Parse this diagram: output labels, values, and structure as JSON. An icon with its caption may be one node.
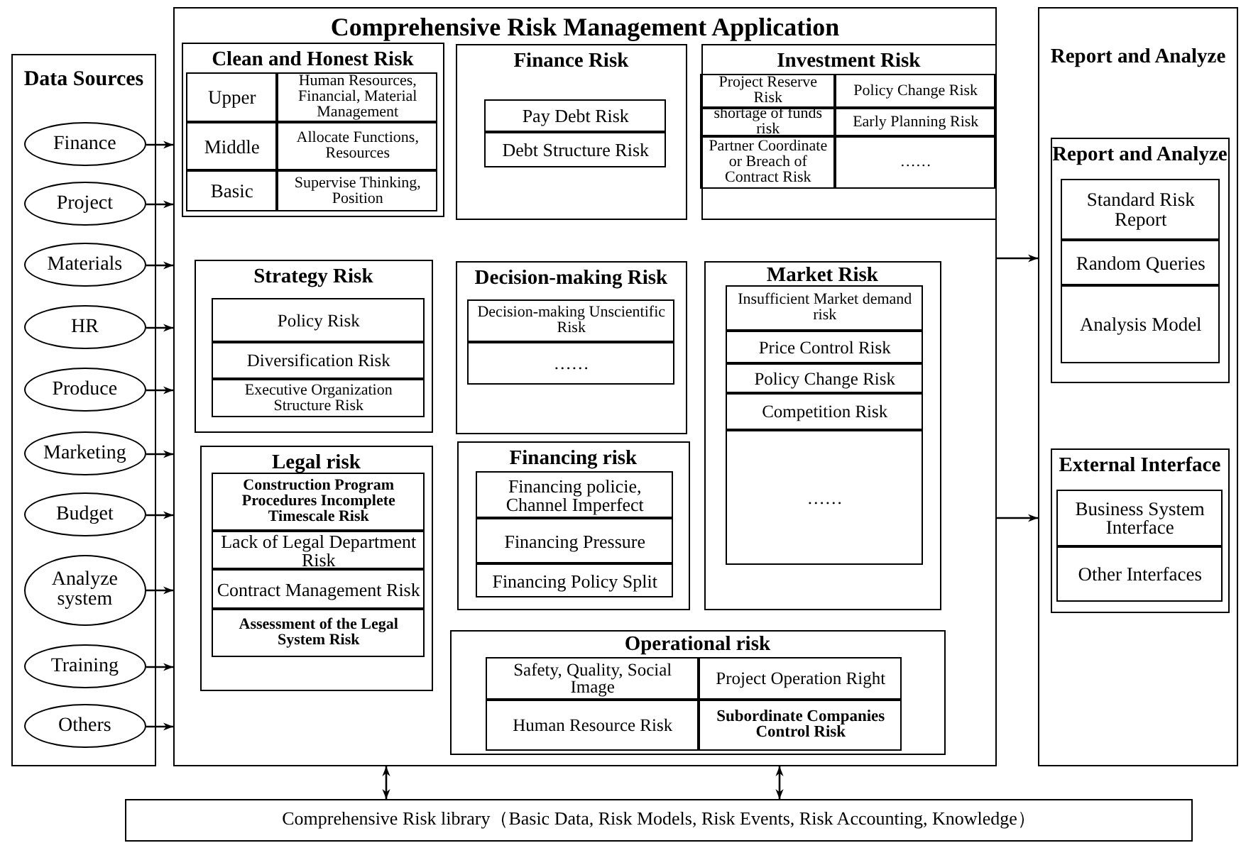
{
  "diagram": {
    "nodes": [
      {
        "text": [
          "Data Sources"
        ]
      },
      {
        "text": [
          "Finance"
        ],
        "in": 0
      },
      {
        "text": [
          "Project"
        ],
        "in": 0
      },
      {
        "text": [
          "Materials"
        ],
        "in": 0
      },
      {
        "text": [
          "HR"
        ],
        "in": 0
      },
      {
        "text": [
          "Produce"
        ],
        "in": 0
      },
      {
        "text": [
          "Marketing"
        ],
        "in": 0
      },
      {
        "text": [
          "Budget"
        ],
        "in": 0
      },
      {
        "text": [
          "Analyze system"
        ],
        "in": 0
      },
      {
        "text": [
          "Training"
        ],
        "in": 0
      },
      {
        "text": [
          "Others"
        ],
        "in": 0
      },
      {
        "text": [
          "Comprehensive Risk Management Application"
        ]
      },
      {
        "text": [
          "Clean and Honest Risk"
        ],
        "in": 11
      },
      {
        "text": [
          "Upper"
        ],
        "in": 12
      },
      {
        "text": [
          "Human Resources, Financial, Material Management"
        ],
        "in": 12
      },
      {
        "text": [
          "Middle"
        ],
        "in": 12
      },
      {
        "text": [
          "Allocate Functions, Resources"
        ],
        "in": 12
      },
      {
        "text": [
          "Basic"
        ],
        "in": 12
      },
      {
        "text": [
          "Supervise Thinking, Position"
        ],
        "in": 12
      },
      {
        "text": [
          "Finance Risk"
        ],
        "in": 11
      },
      {
        "text": [
          "Pay Debt Risk"
        ],
        "in": 19
      },
      {
        "text": [
          "Debt Structure Risk"
        ],
        "in": 19
      },
      {
        "text": [
          "Investment Risk"
        ],
        "in": 11
      },
      {
        "text": [
          "Project Reserve Risk"
        ],
        "in": 22
      },
      {
        "text": [
          "Policy Change Risk"
        ],
        "in": 22
      },
      {
        "text": [
          "shortage of funds risk"
        ],
        "in": 22
      },
      {
        "text": [
          "Early Planning Risk"
        ],
        "in": 22
      },
      {
        "text": [
          "Partner Coordinate or Breach of Contract Risk"
        ],
        "in": 22
      },
      {
        "text": [
          "……"
        ],
        "in": 22
      },
      {
        "text": [
          "Strategy Risk"
        ],
        "in": 11
      },
      {
        "text": [
          "Policy Risk"
        ],
        "in": 29
      },
      {
        "text": [
          "Diversification Risk"
        ],
        "in": 29
      },
      {
        "text": [
          "Executive Organization Structure Risk"
        ],
        "in": 29
      },
      {
        "text": [
          "Decision-making Risk"
        ],
        "in": 11
      },
      {
        "text": [
          "Decision-making Unscientific Risk"
        ],
        "in": 33
      },
      {
        "text": [
          "……"
        ],
        "in": 33
      },
      {
        "text": [
          "Market Risk"
        ],
        "in": 11
      },
      {
        "text": [
          "Insufficient Market demand risk"
        ],
        "in": 36
      },
      {
        "text": [
          "Price Control Risk"
        ],
        "in": 36
      },
      {
        "text": [
          "Policy Change Risk"
        ],
        "in": 36
      },
      {
        "text": [
          "Competition Risk"
        ],
        "in": 36
      },
      {
        "text": [
          "……"
        ],
        "in": 36
      },
      {
        "text": [
          "Legal risk"
        ],
        "in": 11
      },
      {
        "text": [
          "Construction Program Procedures Incomplete Timescale Risk"
        ],
        "in": 42
      },
      {
        "text": [
          "Lack of Legal Department Risk"
        ],
        "in": 42
      },
      {
        "text": [
          "Contract Management Risk"
        ],
        "in": 42
      },
      {
        "text": [
          "Assessment of the Legal System Risk"
        ],
        "in": 42
      },
      {
        "text": [
          "Financing risk"
        ],
        "in": 11
      },
      {
        "text": [
          "Financing policie, Channel Imperfect"
        ],
        "in": 47
      },
      {
        "text": [
          "Financing Pressure"
        ],
        "in": 47
      },
      {
        "text": [
          "Financing Policy Split"
        ],
        "in": 47
      },
      {
        "text": [
          "Operational risk"
        ],
        "in": 11
      },
      {
        "text": [
          "Safety, Quality, Social Image"
        ],
        "in": 51
      },
      {
        "text": [
          "Project Operation Right"
        ],
        "in": 51
      },
      {
        "text": [
          "Human Resource Risk"
        ],
        "in": 51
      },
      {
        "text": [
          "Subordinate Companies Control Risk"
        ],
        "in": 51
      },
      {
        "text": [
          "Report and Analyze"
        ]
      },
      {
        "text": [
          "Report and Analyze"
        ],
        "in": 56
      },
      {
        "text": [
          "Standard Risk Report"
        ],
        "in": 57
      },
      {
        "text": [
          "Random Queries"
        ],
        "in": 57
      },
      {
        "text": [
          "Analysis Model"
        ],
        "in": 57
      },
      {
        "text": [
          "External Interface"
        ],
        "in": 56
      },
      {
        "text": [
          "Business System Interface"
        ],
        "in": 61
      },
      {
        "text": [
          "Other Interfaces"
        ],
        "in": 61
      },
      {
        "text": [
          "Comprehensive Risk library（Basic Data, Risk Models, Risk Events, Risk Accounting, Knowledge）"
        ]
      }
    ],
    "edges": [
      {
        "from": 1,
        "to": 11,
        "arrow": "to"
      },
      {
        "from": 2,
        "to": 11,
        "arrow": "to"
      },
      {
        "from": 3,
        "to": 11,
        "arrow": "to"
      },
      {
        "from": 4,
        "to": 11,
        "arrow": "to"
      },
      {
        "from": 5,
        "to": 11,
        "arrow": "to"
      },
      {
        "from": 6,
        "to": 11,
        "arrow": "to"
      },
      {
        "from": 7,
        "to": 11,
        "arrow": "to"
      },
      {
        "from": 8,
        "to": 11,
        "arrow": "to"
      },
      {
        "from": 9,
        "to": 11,
        "arrow": "to"
      },
      {
        "from": 10,
        "to": 11,
        "arrow": "to"
      },
      {
        "from": 11,
        "to": 56,
        "arrow": "to"
      },
      {
        "from": 11,
        "to": 56,
        "arrow": "to"
      },
      {
        "from": 11,
        "to": 64,
        "arrow": "both"
      },
      {
        "from": 11,
        "to": 64,
        "arrow": "both"
      }
    ]
  }
}
